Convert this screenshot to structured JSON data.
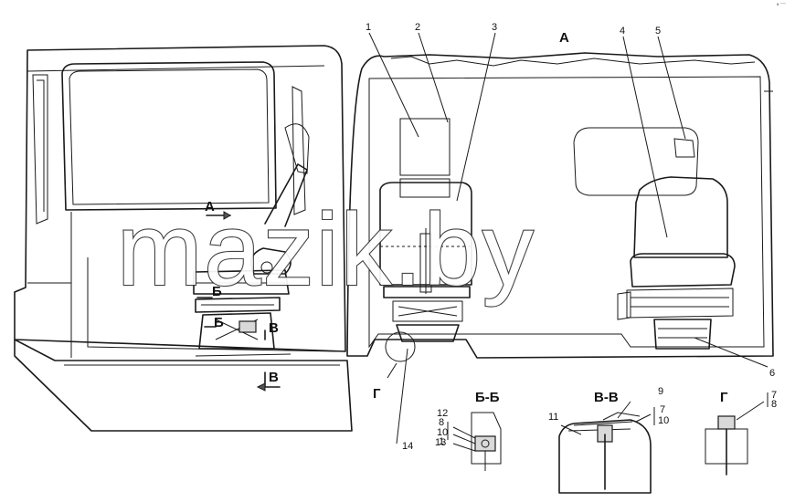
{
  "view_label_A": "А",
  "arrow_label_A": "А",
  "section_label_B_1": "Б",
  "section_label_B_2": "Б",
  "section_label_V_1": "В",
  "section_label_V_2": "В",
  "detail_label_G": "Г",
  "section_titles": {
    "bb": "Б-Б",
    "vv": "В-В",
    "g": "Г"
  },
  "callouts": {
    "n1": "1",
    "n2": "2",
    "n3": "3",
    "n4": "4",
    "n5": "5",
    "n6": "6",
    "n7a": "7",
    "n8a": "8",
    "n9": "9",
    "n7b": "7",
    "n10b": "10",
    "n11": "11",
    "n12": "12",
    "n8c": "8",
    "n10c": "10",
    "n1c": "1",
    "n13": "13",
    "n14": "14"
  },
  "watermark": "mazik.by",
  "corner_mark": "ª ¨¨¨"
}
